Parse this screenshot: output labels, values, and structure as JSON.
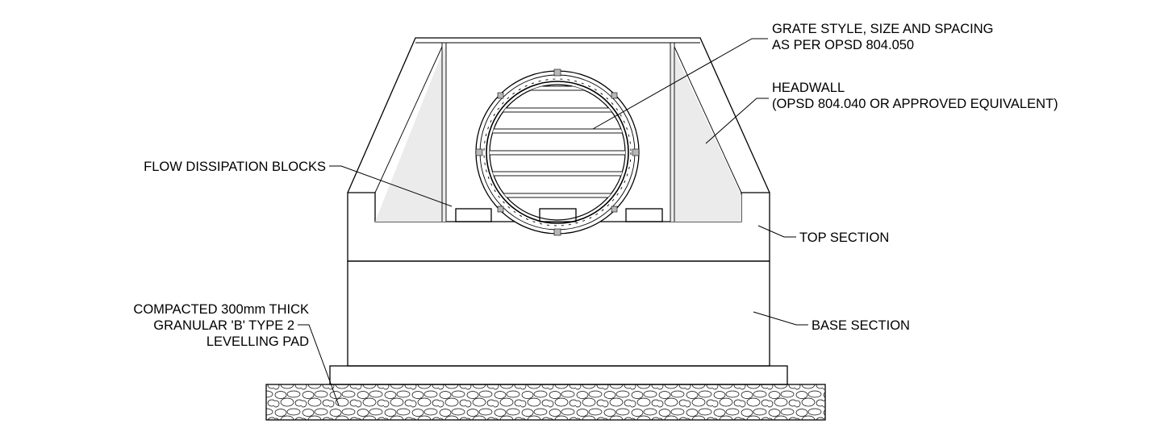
{
  "labels": {
    "grate_line1": "GRATE STYLE, SIZE AND SPACING",
    "grate_line2": "AS PER OPSD 804.050",
    "headwall_line1": "HEADWALL",
    "headwall_line2": "(OPSD 804.040 OR APPROVED EQUIVALENT)",
    "flow_blocks": "FLOW DISSIPATION BLOCKS",
    "top_section": "TOP SECTION",
    "base_section": "BASE SECTION",
    "pad_line1": "COMPACTED 300mm THICK",
    "pad_line2": "GRANULAR 'B' TYPE 2",
    "pad_line3": "LEVELLING PAD"
  },
  "colors": {
    "line": "#000000",
    "headwall_shade": "#ebebeb",
    "grate_bolt": "#b8b8b8",
    "background": "#ffffff"
  }
}
